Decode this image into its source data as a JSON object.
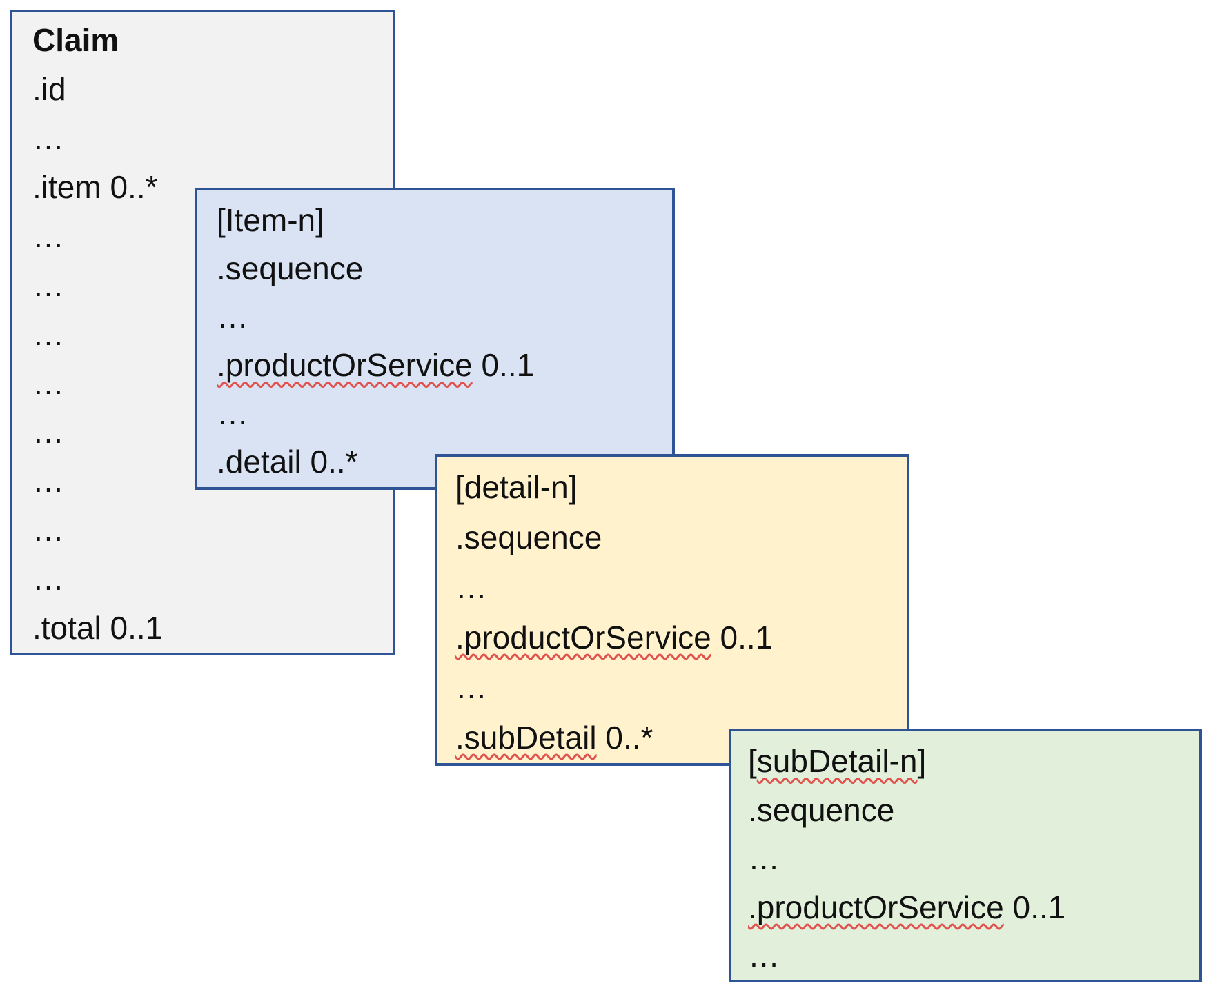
{
  "colors": {
    "background": "#FFFFFF",
    "border": "#2F5496",
    "claim_fill": "#F2F2F2",
    "item_fill": "#DAE3F3",
    "detail_fill": "#FFF2CC",
    "subdetail_fill": "#E2EFDA",
    "spellcheck_squiggle": "#E0524D",
    "text": "#111111"
  },
  "boxes": {
    "claim": {
      "title": {
        "pre": "Claim",
        "mis": "",
        "post": ""
      },
      "fields": [
        {
          "pre": ".id",
          "mis": "",
          "post": ""
        },
        {
          "pre": "…",
          "mis": "",
          "post": ""
        },
        {
          "pre": ".item 0..*",
          "mis": "",
          "post": ""
        },
        {
          "pre": "…",
          "mis": "",
          "post": ""
        },
        {
          "pre": "…",
          "mis": "",
          "post": ""
        },
        {
          "pre": "…",
          "mis": "",
          "post": ""
        },
        {
          "pre": "…",
          "mis": "",
          "post": ""
        },
        {
          "pre": "…",
          "mis": "",
          "post": ""
        },
        {
          "pre": "…",
          "mis": "",
          "post": ""
        },
        {
          "pre": "…",
          "mis": "",
          "post": ""
        },
        {
          "pre": "…",
          "mis": "",
          "post": ""
        },
        {
          "pre": ".total 0..1",
          "mis": "",
          "post": ""
        }
      ]
    },
    "item": {
      "title": {
        "pre": "[Item-n]",
        "mis": "",
        "post": ""
      },
      "fields": [
        {
          "pre": ".sequence",
          "mis": "",
          "post": ""
        },
        {
          "pre": "…",
          "mis": "",
          "post": ""
        },
        {
          "pre": "",
          "mis": ".productOrService",
          "post": " 0..1"
        },
        {
          "pre": "…",
          "mis": "",
          "post": ""
        },
        {
          "pre": ".detail 0..*",
          "mis": "",
          "post": ""
        }
      ]
    },
    "detail": {
      "title": {
        "pre": "[detail-n]",
        "mis": "",
        "post": ""
      },
      "fields": [
        {
          "pre": ".sequence",
          "mis": "",
          "post": ""
        },
        {
          "pre": "…",
          "mis": "",
          "post": ""
        },
        {
          "pre": "",
          "mis": ".productOrService",
          "post": " 0..1"
        },
        {
          "pre": "…",
          "mis": "",
          "post": ""
        },
        {
          "pre": "",
          "mis": ".subDetail",
          "post": " 0..*"
        }
      ]
    },
    "subdetail": {
      "title": {
        "pre": "[",
        "mis": "subDetail-n",
        "post": "]"
      },
      "fields": [
        {
          "pre": ".sequence",
          "mis": "",
          "post": ""
        },
        {
          "pre": "…",
          "mis": "",
          "post": ""
        },
        {
          "pre": "",
          "mis": ".productOrService",
          "post": " 0..1"
        },
        {
          "pre": "…",
          "mis": "",
          "post": ""
        }
      ]
    }
  }
}
